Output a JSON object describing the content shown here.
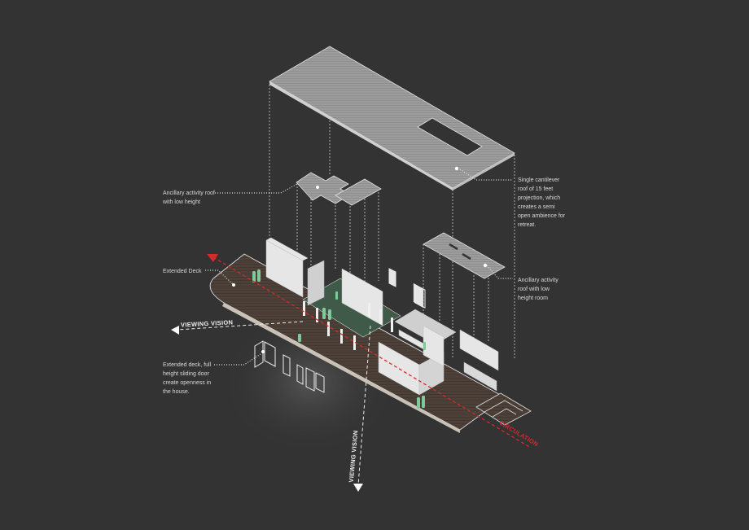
{
  "labels": {
    "ancillary_left": "Ancillary activity roof with low height",
    "extended_deck": "Extended Deck",
    "sliding_door": "Extended deck, full height sliding door create openness in the house.",
    "cantilever_roof": "Single cantilever roof of 15 feet projection, which creates a semi open ambience for retreat.",
    "ancillary_right": "Ancillary activity roof with low height room"
  },
  "arrows": {
    "viewing_vision_1": "VIEWING VISION",
    "viewing_vision_2": "VIEWING VISION",
    "circulation": "CIRCULATION"
  },
  "colors": {
    "background": "#333333",
    "deck": "#4a3f38",
    "roof": "#9a9a9a",
    "wall": "#e6e6e6",
    "courtyard": "#3f5a48",
    "figure": "#7fc99a",
    "circulation": "#d42a2a"
  }
}
